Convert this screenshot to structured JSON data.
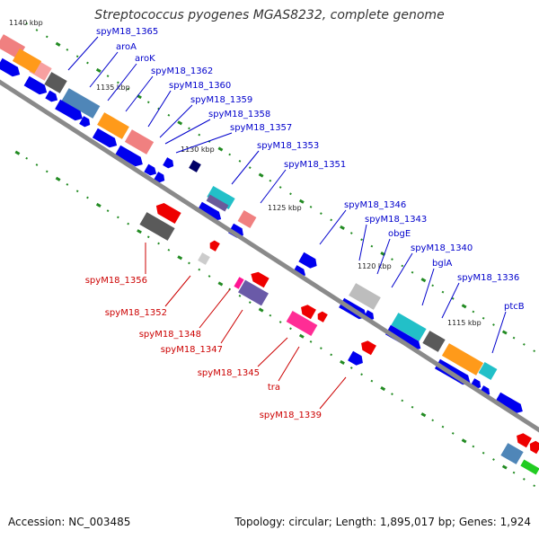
{
  "title": "Streptococcus pyogenes MGAS8232, complete genome",
  "footer": {
    "accession": "Accession: NC_003485",
    "summary": "Topology: circular; Length: 1,895,017 bp; Genes: 1,924"
  },
  "colors": {
    "backbone": "#8a8a8a",
    "label_top": "#0000cc",
    "label_bottom": "#cc0000",
    "tick": "#228b22",
    "forward_cds": "#0000ee",
    "reverse_cds": "#ee0000"
  },
  "kbp_labels": [
    "1140 kbp",
    "1135 kbp",
    "1130 kbp",
    "1125 kbp",
    "1120 kbp",
    "1115 kbp"
  ],
  "genes_top": [
    "spyM18_1365",
    "aroA",
    "aroK",
    "spyM18_1362",
    "spyM18_1360",
    "spyM18_1359",
    "spyM18_1358",
    "spyM18_1357",
    "spyM18_1353",
    "spyM18_1351",
    "spyM18_1346",
    "spyM18_1343",
    "obgE",
    "spyM18_1340",
    "bglA",
    "spyM18_1336",
    "ptcB"
  ],
  "genes_bottom": [
    "spyM18_1356",
    "spyM18_1352",
    "spyM18_1348",
    "spyM18_1347",
    "spyM18_1345",
    "tra",
    "spyM18_1339"
  ]
}
